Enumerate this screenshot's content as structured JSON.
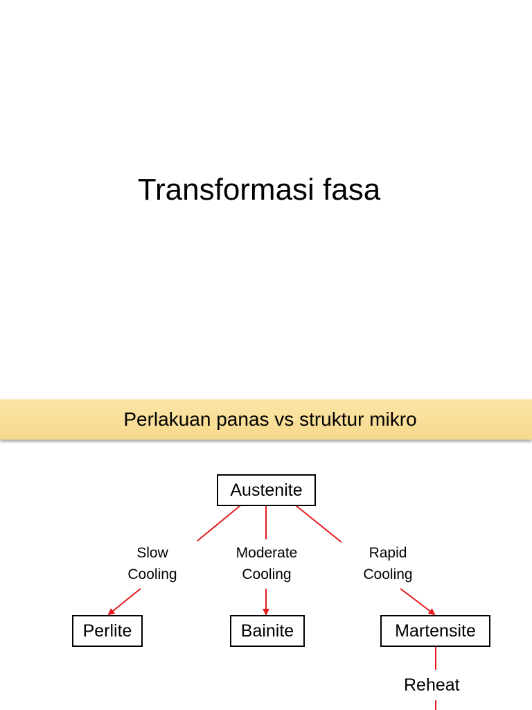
{
  "slide": {
    "title": "Transformasi fasa"
  },
  "banner": {
    "text": "Perlakuan panas vs struktur mikro"
  },
  "diagram": {
    "nodes": {
      "austenite": "Austenite",
      "perlite": "Perlite",
      "bainite": "Bainite",
      "martensite": "Martensite"
    },
    "edges": {
      "slow": {
        "line1": "Slow",
        "line2": "Cooling"
      },
      "moderate": {
        "line1": "Moderate",
        "line2": "Cooling"
      },
      "rapid": {
        "line1": "Rapid",
        "line2": "Cooling"
      },
      "reheat": "Reheat"
    }
  },
  "colors": {
    "arrow": "#e3191c",
    "banner": "#f9dd95"
  }
}
